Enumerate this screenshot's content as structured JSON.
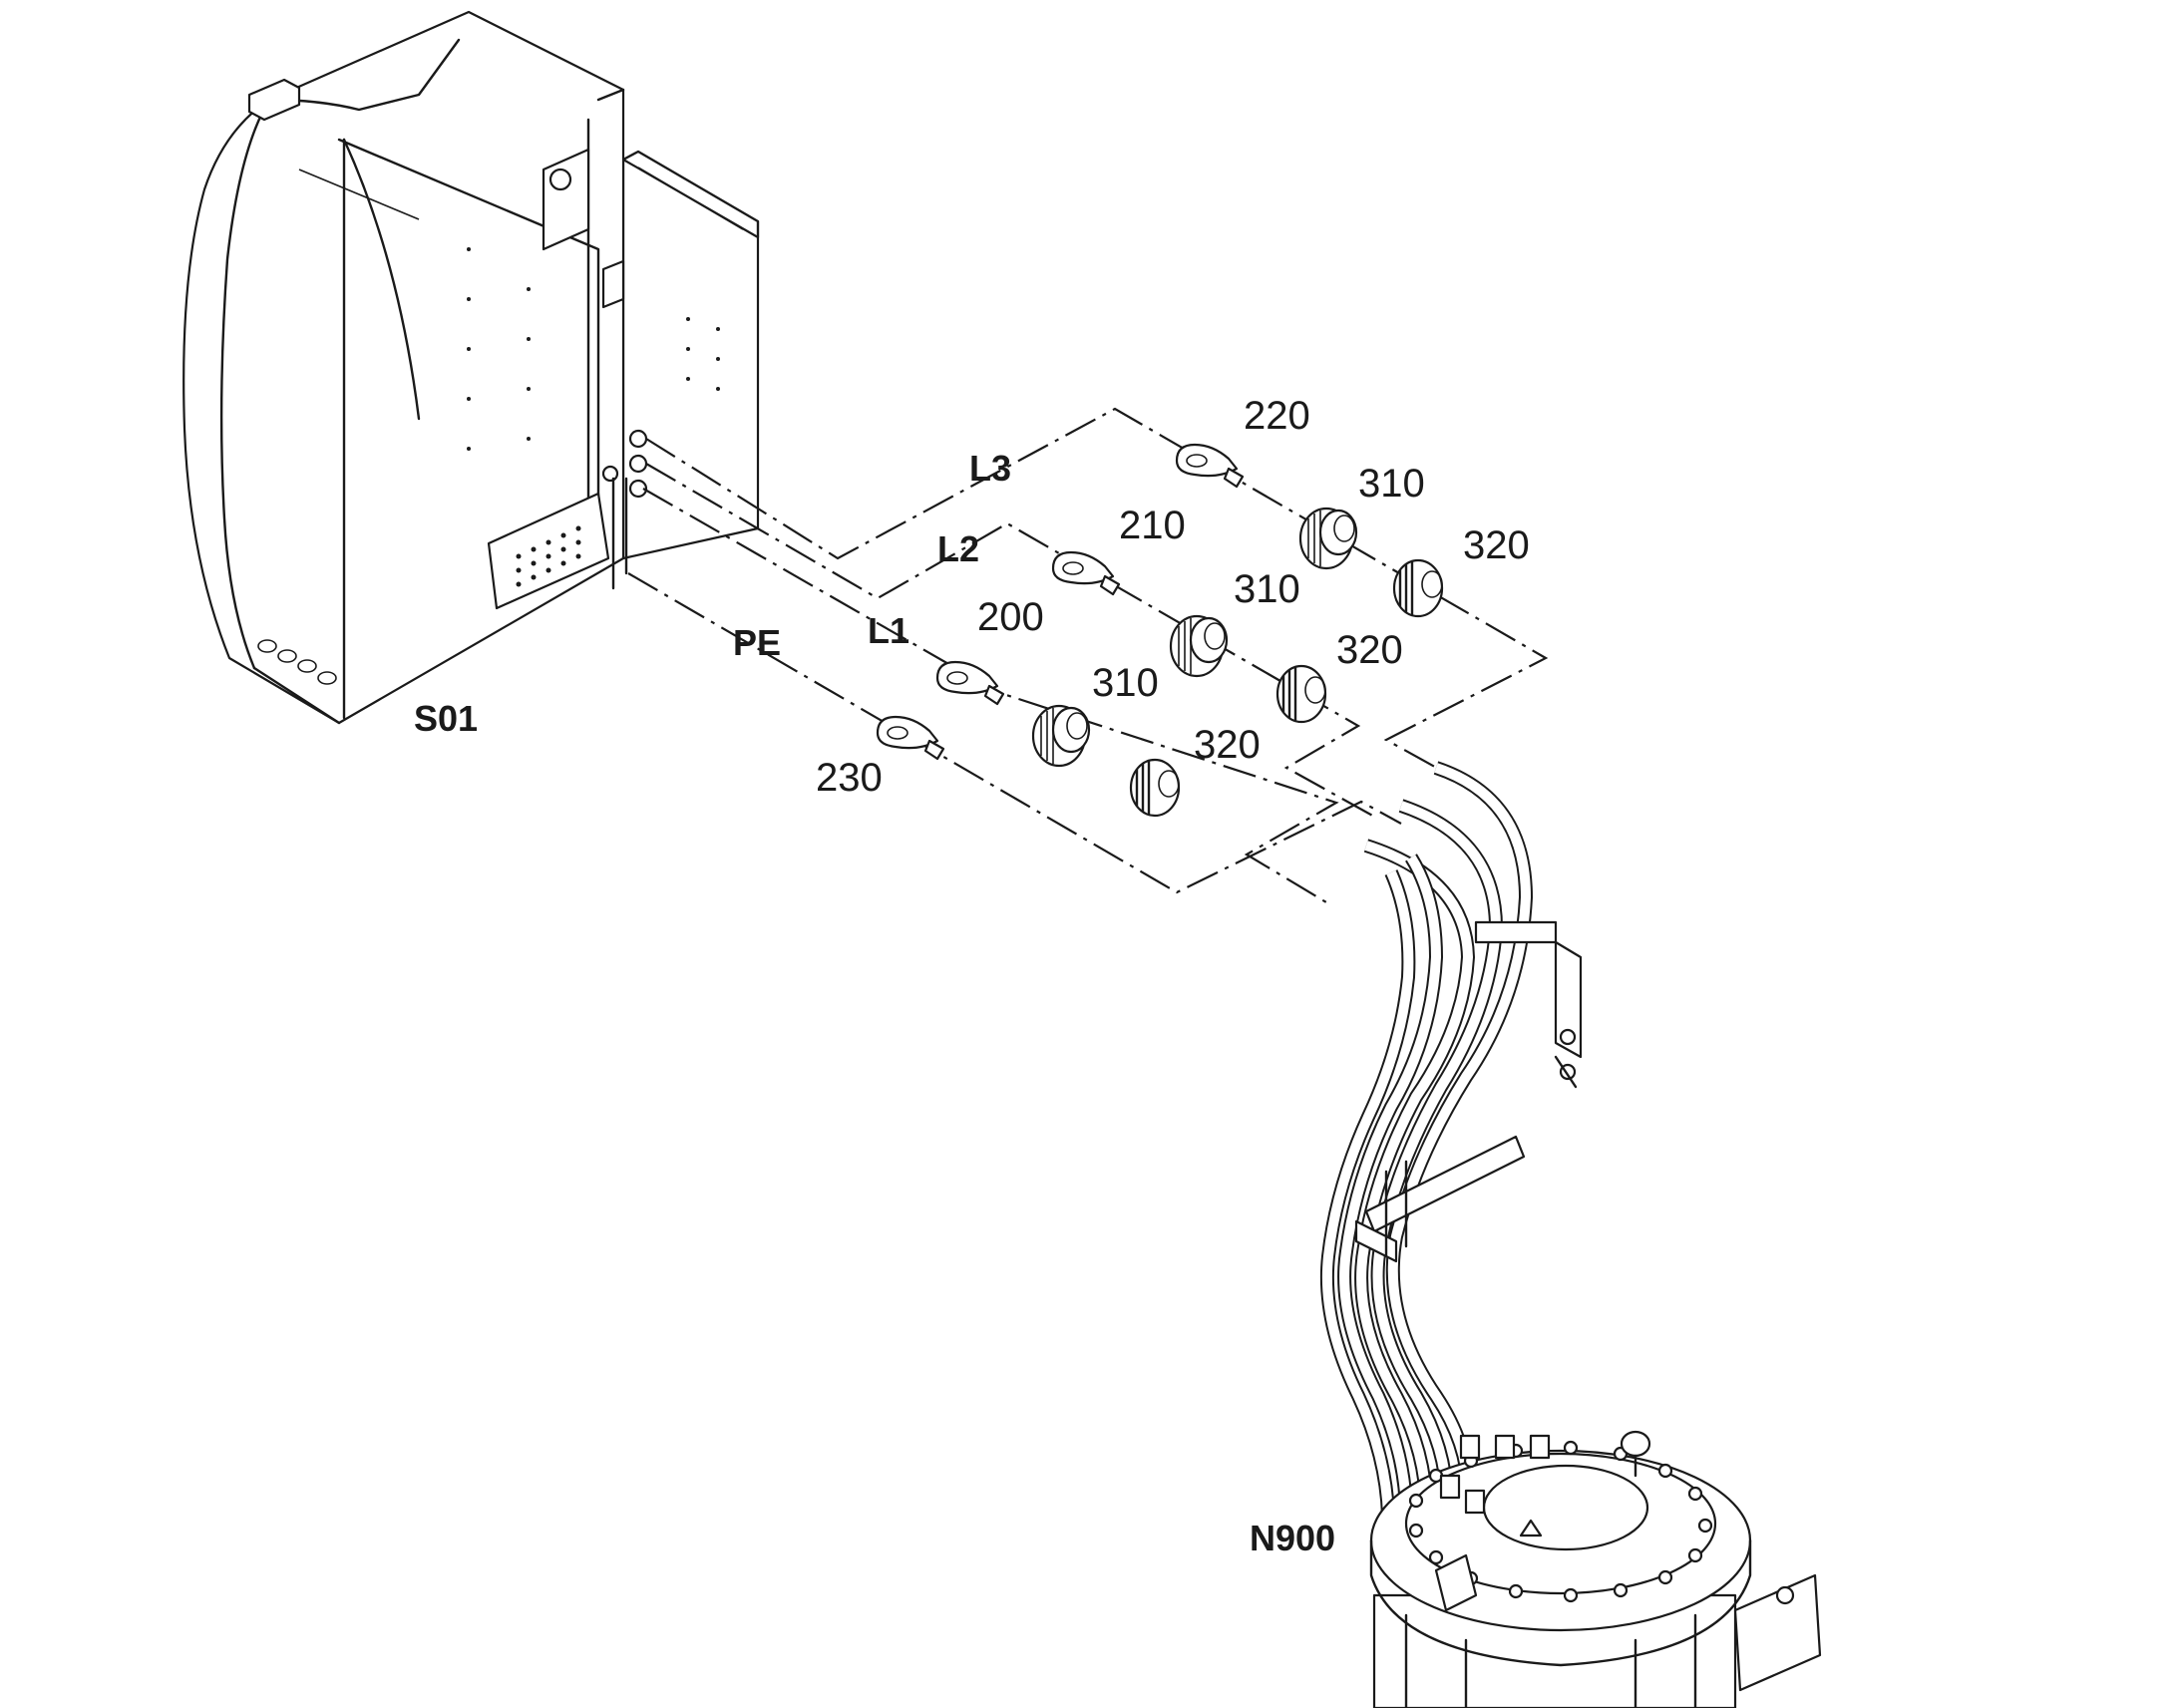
{
  "labels": {
    "s01": "S01",
    "n900": "N900",
    "pe": "PE",
    "l1": "L1",
    "l2": "L2",
    "l3": "L3",
    "p200": "200",
    "p210": "210",
    "p220": "220",
    "p230": "230",
    "p310_a": "310",
    "p310_b": "310",
    "p310_c": "310",
    "p320_a": "320",
    "p320_b": "320",
    "p320_c": "320"
  },
  "colors": {
    "line": "#1a1a1a",
    "background": "#ffffff"
  }
}
